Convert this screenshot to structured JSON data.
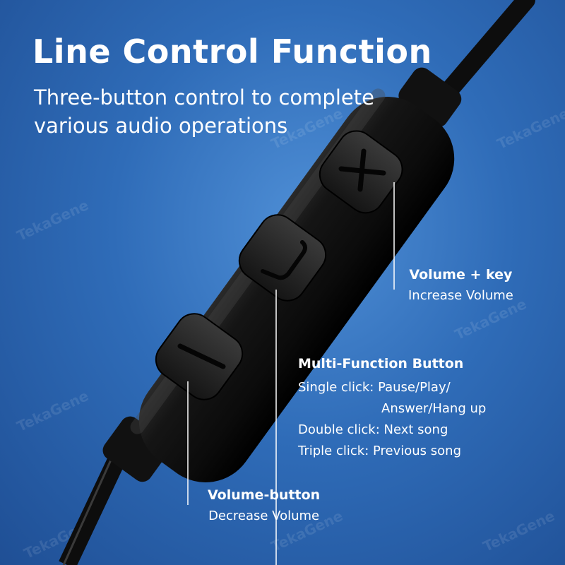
{
  "title": "Line Control Function",
  "subtitle": [
    "Three-button control to complete",
    "various audio operations"
  ],
  "volume_plus": {
    "heading": "Volume + key",
    "desc": "Increase Volume"
  },
  "multi_function": {
    "heading": "Multi-Function Button",
    "lines": [
      "Single click: Pause/Play/",
      "Answer/Hang up",
      "Double click: Next song",
      "Triple click: Previous song"
    ]
  },
  "volume_minus": {
    "heading": "Volume-button",
    "desc": "Decrease Volume"
  },
  "watermark": "TekaGene",
  "colors": {
    "background": "#2f6cb8",
    "text": "#ffffff",
    "device": "#111111"
  },
  "icons": [
    "plus-icon",
    "phone-icon",
    "minus-icon"
  ]
}
